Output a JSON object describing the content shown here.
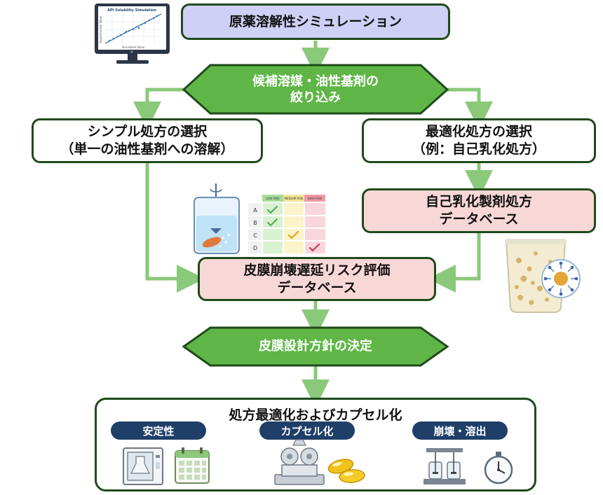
{
  "top_box": {
    "label": "原薬溶解性シミュレーション"
  },
  "monitor": {
    "chart_title": "API Solubility Simulation",
    "x_label": "Simulated Value",
    "y_label": "Experimental Value"
  },
  "hex1": {
    "line1": "候補溶媒・油性基剤の",
    "line2": "絞り込み"
  },
  "left_box": {
    "line1": "シンプル処方の選択",
    "line2": "（単一の油性基剤への溶解）"
  },
  "right_box": {
    "line1": "最適化処方の選択",
    "line2": "（例：自己乳化処方）"
  },
  "self_emul_db": {
    "line1": "自己乳化製剤処方",
    "line2": "データベース"
  },
  "risk_db": {
    "line1": "皮膜崩壊遅延リスク評価",
    "line2": "データベース"
  },
  "hex2": {
    "label": "皮膜設計方針の決定"
  },
  "table_graphic": {
    "headers": [
      "LOW RISK",
      "MEDIUM RISK",
      "HIGH RISK"
    ],
    "rows": [
      "A",
      "B",
      "C",
      "D"
    ]
  },
  "bottom_box": {
    "title": "処方最適化およびカプセル化",
    "pills": [
      "安定性",
      "カプセル化",
      "崩壊・溶出"
    ]
  },
  "colors": {
    "green": "#5fb646",
    "arrow": "#8ac97a",
    "dark_green": "#1f4a1c",
    "lavender": "#cfd0f5",
    "pink": "#f8d8d6",
    "navy": "#1f3f68"
  }
}
